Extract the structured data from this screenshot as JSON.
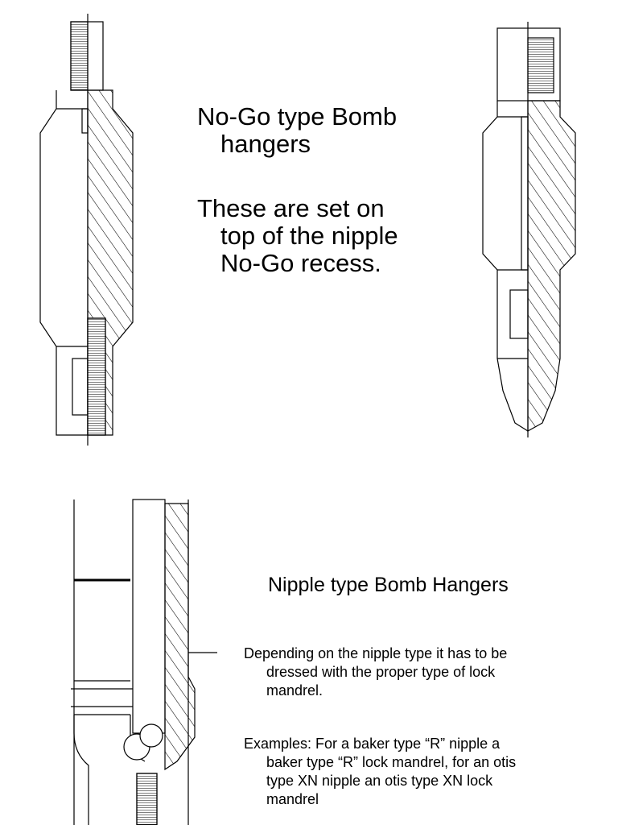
{
  "section_nogo": {
    "heading_line1": "No-Go type Bomb",
    "heading_line2": "hangers",
    "desc_line1": "These are set on",
    "desc_line2": "top of the nipple",
    "desc_line3": "No-Go recess."
  },
  "section_nipple": {
    "heading": "Nipple type Bomb Hangers",
    "paragraph1_line1": "Depending on the nipple type it has to be",
    "paragraph1_line2": "dressed with the proper type of lock",
    "paragraph1_line3": "mandrel.",
    "paragraph2_line1": "Examples: For a baker type “R” nipple a",
    "paragraph2_line2": "baker type “R” lock mandrel, for an otis",
    "paragraph2_line3": "type XN nipple an otis type XN lock",
    "paragraph2_line4": "mandrel"
  }
}
